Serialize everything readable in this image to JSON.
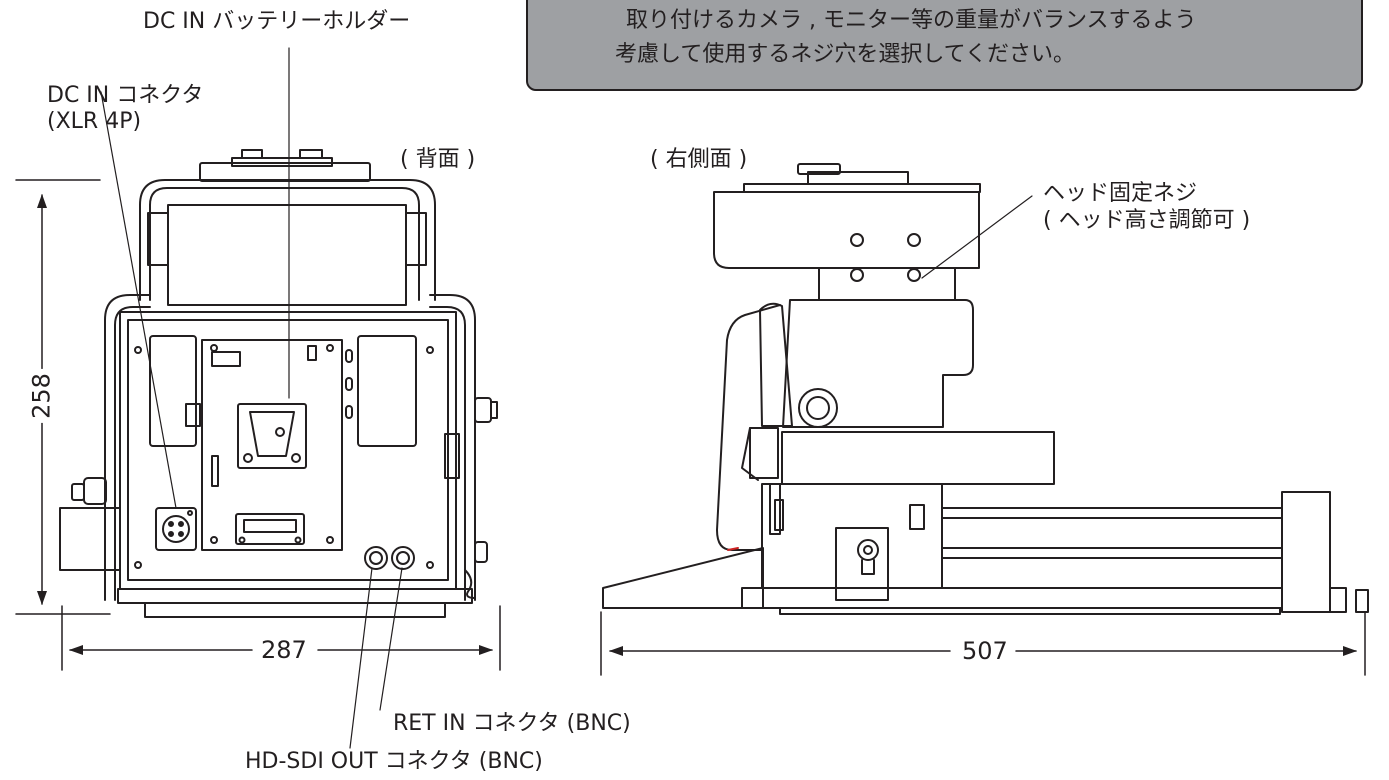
{
  "note": {
    "line1": "取り付けるカメラ , モニター等の重量がバランスするよう",
    "line2": "考慮して使用するネジ穴を選択してください。"
  },
  "labels": {
    "battery_holder": "DC IN バッテリーホルダー",
    "dc_in_connector": "DC IN コネクタ",
    "dc_in_connector_type": "(XLR 4P)",
    "rear_view": "( 背面 )",
    "right_side_view": "( 右側面 )",
    "head_screw": "ヘッド固定ネジ",
    "head_screw_note": "( ヘッド高さ調節可 )",
    "ret_in": "RET IN コネクタ (BNC)",
    "hd_sdi_out": "HD-SDI OUT コネクタ (BNC)"
  },
  "dimensions": {
    "height": "258",
    "width": "287",
    "length": "507"
  }
}
